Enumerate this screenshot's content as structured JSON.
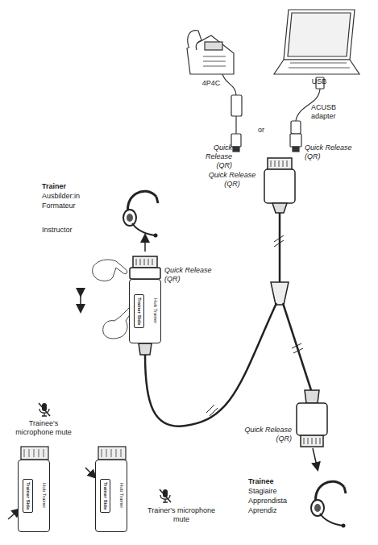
{
  "diagram": {
    "nodes": [
      {
        "text": [
          "Hub Trainer"
        ]
      },
      {
        "text": [
          "Trainer Side"
        ],
        "in": 0
      },
      {
        "text": [
          "Hub Trainer"
        ]
      },
      {
        "text": [
          "Trainer Side"
        ],
        "in": 2
      },
      {
        "text": [
          "Hub Trainer"
        ]
      },
      {
        "text": [
          "Trainer Side"
        ],
        "in": 4
      }
    ],
    "labels": [
      "4P4C",
      "USB",
      "ACUSB adapter",
      "or",
      "Quick Release (QR)",
      "Quick Release (QR)",
      "Quick Release (QR)",
      "Trainer",
      "Ausbilder:in",
      "Formateur",
      "Instructor",
      "Quick Release (QR)",
      "Trainee's microphone mute",
      "Quick Release (QR)",
      "Trainee",
      "Stagiaire",
      "Apprendista",
      "Aprendiz",
      "Trainer's microphone mute"
    ]
  }
}
